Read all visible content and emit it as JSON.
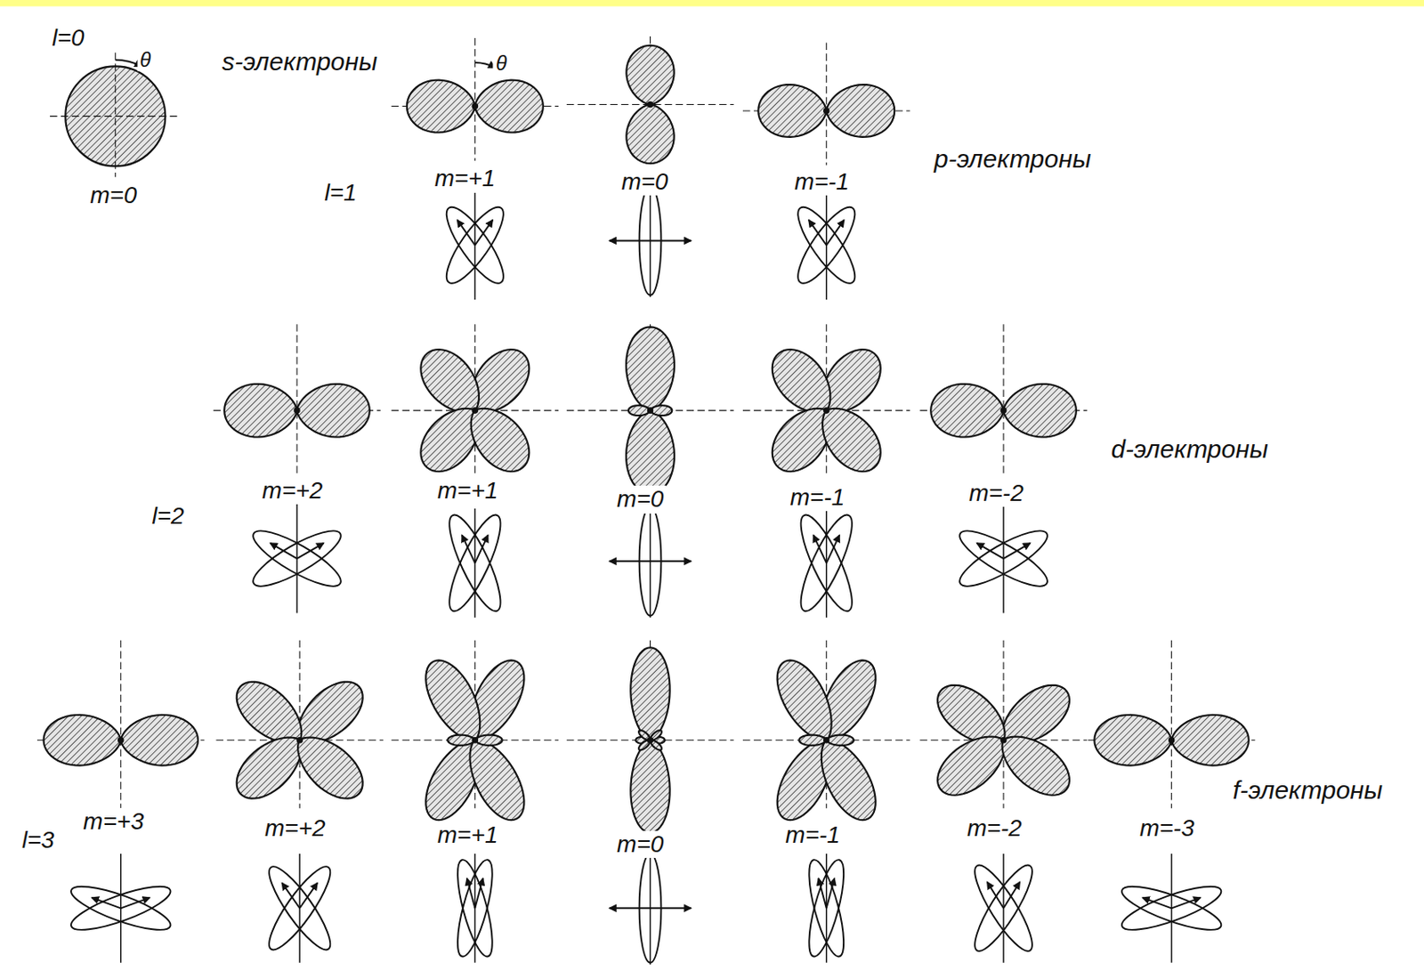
{
  "diagram": {
    "labels": [
      "l=0",
      "θ",
      "s-электроны",
      "m=0",
      "θ",
      "m=+1",
      "m=0",
      "m=-1",
      "p-электроны",
      "l=1",
      "l=2",
      "m=+2",
      "m=+1",
      "m=0",
      "m=-1",
      "m=-2",
      "d-электроны",
      "l=3",
      "m=+3",
      "m=+2",
      "m=+1",
      "m=0",
      "m=-1",
      "m=-2",
      "m=-3",
      "f-электроны"
    ]
  }
}
